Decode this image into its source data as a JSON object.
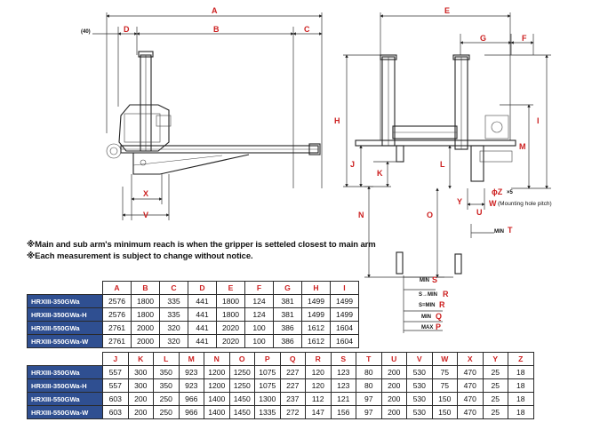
{
  "side_view": {
    "dims": {
      "a": "A",
      "d": "D",
      "b": "B",
      "c": "C",
      "paren": "(40)",
      "x": "X",
      "v": "V"
    }
  },
  "front_view": {
    "dims": {
      "e": "E",
      "g": "G",
      "f": "F",
      "h": "H",
      "i": "I",
      "m": "M",
      "j": "J",
      "k": "K",
      "l": "L",
      "n": "N",
      "o": "O",
      "y": "Y",
      "u": "U",
      "z": "ϕZ",
      "z_times": "×5",
      "w": "W",
      "w_note": "(Mounting hole pitch)",
      "min_t_prefix": "MIN",
      "min_t": "T",
      "min_s_prefix": "MIN",
      "min_s": "S",
      "s_min_r_prefix": "S→MIN",
      "s_min_r": "R",
      "s_eq_min_r_prefix": "S=MIN",
      "s_eq_min_r": "R",
      "min_q_prefix": "MIN",
      "min_q": "Q",
      "max_p_prefix": "MAX",
      "max_p": "P"
    }
  },
  "notes": [
    "※Main and sub arm's minimum reach is when the gripper is setteled closest to main arm",
    "※Each measurement is subject to change without notice."
  ],
  "table1": {
    "headers": [
      "A",
      "B",
      "C",
      "D",
      "E",
      "F",
      "G",
      "H",
      "I"
    ],
    "rows": [
      {
        "model": "HRXIII-350GWa",
        "values": [
          "2576",
          "1800",
          "335",
          "441",
          "1800",
          "124",
          "381",
          "1499",
          "1499"
        ]
      },
      {
        "model": "HRXIII-350GWa-H",
        "values": [
          "2576",
          "1800",
          "335",
          "441",
          "1800",
          "124",
          "381",
          "1499",
          "1499"
        ]
      },
      {
        "model": "HRXIII-550GWa",
        "values": [
          "2761",
          "2000",
          "320",
          "441",
          "2020",
          "100",
          "386",
          "1612",
          "1604"
        ]
      },
      {
        "model": "HRXIII-550GWa-W",
        "values": [
          "2761",
          "2000",
          "320",
          "441",
          "2020",
          "100",
          "386",
          "1612",
          "1604"
        ]
      }
    ]
  },
  "table2": {
    "headers": [
      "J",
      "K",
      "L",
      "M",
      "N",
      "O",
      "P",
      "Q",
      "R",
      "S",
      "T",
      "U",
      "V",
      "W",
      "X",
      "Y",
      "Z"
    ],
    "rows": [
      {
        "model": "HRXIII-350GWa",
        "values": [
          "557",
          "300",
          "350",
          "923",
          "1200",
          "1250",
          "1075",
          "227",
          "120",
          "123",
          "80",
          "200",
          "530",
          "75",
          "470",
          "25",
          "18"
        ]
      },
      {
        "model": "HRXIII-350GWa-H",
        "values": [
          "557",
          "300",
          "350",
          "923",
          "1200",
          "1250",
          "1075",
          "227",
          "120",
          "123",
          "80",
          "200",
          "530",
          "75",
          "470",
          "25",
          "18"
        ]
      },
      {
        "model": "HRXIII-550GWa",
        "values": [
          "603",
          "200",
          "250",
          "966",
          "1400",
          "1450",
          "1300",
          "237",
          "112",
          "121",
          "97",
          "200",
          "530",
          "150",
          "470",
          "25",
          "18"
        ]
      },
      {
        "model": "HRXIII-550GWa-W",
        "values": [
          "603",
          "200",
          "250",
          "966",
          "1400",
          "1450",
          "1335",
          "272",
          "147",
          "156",
          "97",
          "200",
          "530",
          "150",
          "470",
          "25",
          "18"
        ]
      }
    ]
  },
  "colors": {
    "dimension_text": "#cc1f1f",
    "model_cell_bg": "#2f4f91",
    "line": "#222222"
  }
}
